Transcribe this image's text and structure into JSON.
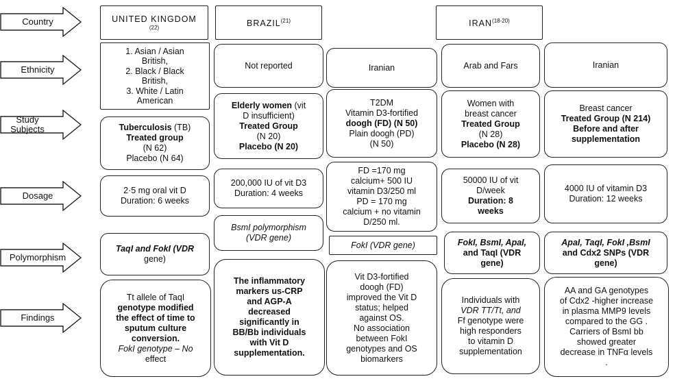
{
  "row_labels": {
    "country": "Country",
    "ethnicity": "Ethnicity",
    "study_subjects": "Study Subjects",
    "dosage": "Dosage",
    "polymorphism": "Polymorphism",
    "findings": "Findings"
  },
  "countries": {
    "uk": {
      "name": "UNITED KINGDOM",
      "ref": "(22)"
    },
    "brazil": {
      "name": "BRAZIL",
      "ref": "(21)"
    },
    "iran": {
      "name": "IRAN",
      "ref": "(18-20)"
    }
  },
  "ethnicity": {
    "uk": [
      "1.  Asian / Asian",
      "British,",
      "2.  Black / Black",
      "British,",
      "3. White / Latin",
      "American"
    ],
    "brazil": "Not reported",
    "iran1": "Iranian",
    "iran2": "Arab and Fars",
    "iran3": "Iranian"
  },
  "subjects": {
    "uk": {
      "l1": "Tuberculosis",
      "l1b": " (TB)",
      "l2": "Treated group",
      "l3": "(N 62)",
      "l4": "Placebo (N 64)"
    },
    "brazil": {
      "l1": "Elderly women",
      "l1b": " (vit",
      "l2": "D insufficient)",
      "l3": "Treated Group",
      "l4": "(N 20)",
      "l5": "Placebo (N 20)"
    },
    "iran1": {
      "l1": "T2DM",
      "l2": "Vitamin D3-fortified",
      "l3": "doogh (FD) (N 50)",
      "l4": "Plain doogh (PD)",
      "l5": "(N 50)"
    },
    "iran2": {
      "l1": "Women with",
      "l2": "breast cancer",
      "l3": "Treated Group",
      "l4": "(N 28)",
      "l5": "Placebo (N 28)"
    },
    "iran3": {
      "l1": "Breast cancer",
      "l2": "Treated Group (N 214)",
      "l3": "Before and after",
      "l4": "supplementation"
    }
  },
  "dosage": {
    "uk": {
      "l1": "2·5 mg oral vit D",
      "l2": "Duration: 6 weeks"
    },
    "brazil": {
      "l1": "200,000 IU of vit D3",
      "l2": "Duration: 4 weeks"
    },
    "iran1": {
      "l1": "FD =170 mg",
      "l2": "calcium+ 500 IU",
      "l3": "vitamin D3/250 ml",
      "l4": "PD = 170 mg",
      "l5": "calcium + no vitamin",
      "l6": "D/250 ml."
    },
    "iran2": {
      "l1": "50000 IU of vit",
      "l2": "D/week",
      "l3": "Duration: 8",
      "l4": "weeks"
    },
    "iran3": {
      "l1": "4000 IU of vitamin D3",
      "l2": "Duration: 12 weeks"
    }
  },
  "polymorphism": {
    "uk": {
      "l1": "TaqI and FokI (VDR",
      "l2": "gene)"
    },
    "brazil": {
      "l1": "BsmI polymorphism",
      "l2": "(VDR gene)"
    },
    "iran1": "FokI (VDR gene)",
    "iran2": {
      "l1": "FokI, BsmI, ApaI,",
      "l2": "and TaqI (VDR",
      "l3": "gene)"
    },
    "iran3": {
      "l1": "ApaI, TaqI, FokI ,BsmI",
      "l2": "and Cdx2 SNPs (VDR",
      "l3": "gene)"
    }
  },
  "findings": {
    "uk": [
      "Tt allele of TaqI",
      "genotype modified",
      "the effect of time to",
      "sputum culture",
      "conversion.",
      "FokI genotype – No",
      "effect"
    ],
    "brazil": [
      "The inflammatory",
      "markers us-CRP",
      "and AGP-A",
      "decreased",
      "significantly in",
      "BB/Bb individuals",
      "with Vit D",
      "supplementation."
    ],
    "iran1": [
      "Vit D3-fortified",
      "doogh (FD)",
      "improved the Vit D",
      "status; helped",
      "against OS.",
      "No association",
      "between FokI",
      "genotypes and OS",
      "biomarkers"
    ],
    "iran2": [
      "Individuals with",
      "VDR TT/Tt, and",
      "Ff genotype were",
      "high responders",
      "to vitamin D",
      "supplementation"
    ],
    "iran3": [
      "AA and GA genotypes",
      "of Cdx2 -higher increase",
      "in plasma MMP9 levels",
      "compared to the GG .",
      "Carriers of BsmI bb",
      "showed greater",
      "decrease in TNFα levels",
      "."
    ]
  }
}
